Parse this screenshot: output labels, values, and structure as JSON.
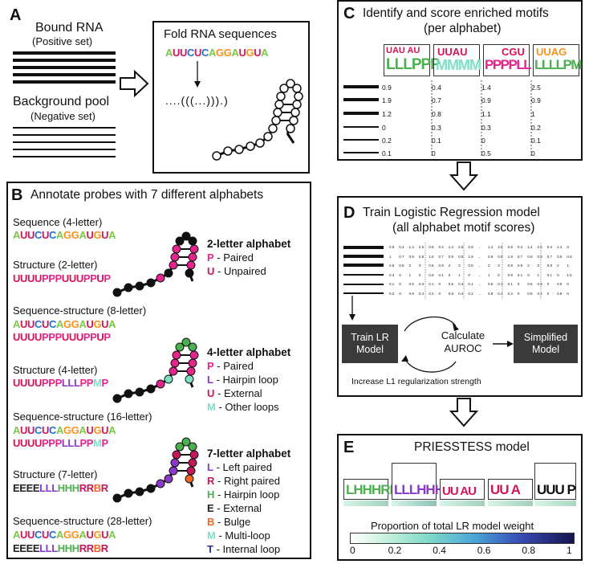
{
  "panelA": {
    "letter": "A",
    "bound_title": "Bound RNA",
    "bound_sub": "(Positive set)",
    "background_title": "Background pool",
    "background_sub": "(Negative set)",
    "fold_title": "Fold RNA sequences",
    "sequence": "AUUCUCAGGAUGUA",
    "dotbracket": "....(((...))).)"
  },
  "panelB": {
    "letter": "B",
    "title": "Annotate probes with 7 different alphabets",
    "rows": [
      {
        "label": "Sequence (4-letter)",
        "seq": "AUUCUCAGGAUGUA"
      },
      {
        "label": "Structure (2-letter)",
        "seq": "UUUUPPPUUUPPUP"
      },
      {
        "label": "Sequence-structure (8-letter)",
        "seq": "AUUCUCAGGAUGUA",
        "seq2": "UUUUPPPUUUPPUP"
      },
      {
        "label": "Structure (4-letter)",
        "seq": "UUUUPPPLLLPPMP"
      },
      {
        "label": "Sequence-structure (16-letter)",
        "seq": "AUUCUCAGGAUGUA",
        "seq2": "UUUUPPPLLLPPMP"
      },
      {
        "label": "Structure (7-letter)",
        "seq": "EEEELLLHHHRRBR"
      },
      {
        "label": "Sequence-structure (28-letter)",
        "seq": "AUUCUCAGGAUGUA",
        "seq2": "EEEELLLHHHRRBR"
      }
    ],
    "alphabet2": {
      "title": "2-letter alphabet",
      "items": [
        {
          "k": "P",
          "v": " - Paired"
        },
        {
          "k": "U",
          "v": " - Unpaired"
        }
      ]
    },
    "alphabet4": {
      "title": "4-letter alphabet",
      "items": [
        {
          "k": "P",
          "v": " - Paired"
        },
        {
          "k": "L",
          "v": " - Hairpin loop"
        },
        {
          "k": "U",
          "v": " - External"
        },
        {
          "k": "M",
          "v": " - Other loops"
        }
      ]
    },
    "alphabet7": {
      "title": "7-letter alphabet",
      "items": [
        {
          "k": "L",
          "v": " - Left paired"
        },
        {
          "k": "R",
          "v": " - Right paired"
        },
        {
          "k": "H",
          "v": " - Hairpin loop"
        },
        {
          "k": "E",
          "v": " - External"
        },
        {
          "k": "B",
          "v": " - Bulge"
        },
        {
          "k": "M",
          "v": " - Multi-loop"
        },
        {
          "k": "T",
          "v": " - Internal loop"
        }
      ]
    }
  },
  "panelC": {
    "letter": "C",
    "title1": "Identify and score enriched motifs",
    "title2": "(per alphabet)",
    "motifs": [
      {
        "top": "UAU  AU",
        "bottom": "LLLPPP"
      },
      {
        "top": "UUAU",
        "bottom": "MMMM"
      },
      {
        "top": "CGU",
        "bottom": "PPPPLL"
      },
      {
        "top": "UUAG",
        "bottom": "LLLLPM"
      }
    ],
    "scores": [
      [
        "0.9",
        "0.4",
        "1.4",
        "2.5"
      ],
      [
        "1.9",
        "0.7",
        "0.9",
        "0.9"
      ],
      [
        "1.2",
        "0.8",
        "1.1",
        "1"
      ],
      [
        "0",
        "0.3",
        "0.3",
        "0.2"
      ],
      [
        "0.2",
        "0.1",
        "0",
        "0.1"
      ],
      [
        "0.1",
        "0",
        "0.5",
        "0"
      ]
    ]
  },
  "panelD": {
    "letter": "D",
    "title1": "Train Logistic Regression model",
    "title2": "(all alphabet motif scores)",
    "grid": [
      [
        "0.9",
        "0.4",
        "1.4",
        "2.5",
        "0.9",
        "0.4",
        "1.4",
        "2.5",
        "0.9",
        "...",
        "1.4",
        "2.5",
        "0.9",
        "0.4",
        "1.4",
        "2.5",
        "0.4",
        "1.4",
        "0"
      ],
      [
        "1",
        "0.7",
        "0.9",
        "0.9",
        "1.9",
        "0.7",
        "0.9",
        "0.9",
        "1.9",
        "...",
        "0.9",
        "0.9",
        "1.9",
        "0.7",
        "0.9",
        "0.9",
        "0.7",
        "0.9",
        "0.8"
      ],
      [
        "0.8",
        "0.8",
        "2",
        "3",
        "0.8",
        "0.9",
        "2",
        "3",
        "0.8",
        "...",
        "2",
        "3",
        "0.8",
        "0.9",
        "2",
        "3",
        "0.9",
        "2",
        "1"
      ],
      [
        "0.3",
        "0",
        "1",
        "0",
        "0.9",
        "0.1",
        "0",
        "1",
        "0",
        "...",
        "1",
        "0",
        "0.9",
        "0.1",
        "0",
        "1",
        "0.1",
        "0",
        "1.5"
      ],
      [
        "0.1",
        "0",
        "0.5",
        "0.3",
        "0.1",
        "0",
        "0.5",
        "0.3",
        "0.1",
        "...",
        "0.5",
        "0.3",
        "0.1",
        "0",
        "0.5",
        "0.3",
        "0",
        "0.5",
        "0"
      ],
      [
        "0.2",
        "0",
        "0.8",
        "0.4",
        "0.2",
        "0",
        "0.8",
        "0.4",
        "0.2",
        "...",
        "0.8",
        "0.4",
        "0.2",
        "0",
        "0.8",
        "0.4",
        "0",
        "0.8",
        "0"
      ]
    ],
    "train_label": "Train LR Model",
    "calc_label": "Calculate AUROC",
    "simplified_label": "Simplified Model",
    "increase_label": "Increase L1 regularization strength"
  },
  "panelE": {
    "letter": "E",
    "title": "PRIESSTESS model",
    "motifs": [
      {
        "text": "LHHHRR",
        "weight": 0.2
      },
      {
        "text": "LLLHHH",
        "weight": 0.3
      },
      {
        "text": "UU AU",
        "weight": 0.2
      },
      {
        "text": "UU A",
        "weight": 0.2
      },
      {
        "text": "UUU P",
        "weight": 0.15
      }
    ],
    "colorbar_label": "Proportion of total LR model weight",
    "ticks": [
      "0",
      "0.2",
      "0.4",
      "0.6",
      "0.8",
      "1"
    ]
  },
  "colors": {
    "A": "#7ac943",
    "U": "#d4145a",
    "C": "#1f6fd1",
    "G": "#f7931e",
    "P": "#e4258c",
    "L": "#8a39c9",
    "M": "#7fe0c8",
    "R": "#c2185b",
    "H": "#4caf50",
    "E": "#222222",
    "B": "#f26522",
    "T": "#2e3192"
  }
}
